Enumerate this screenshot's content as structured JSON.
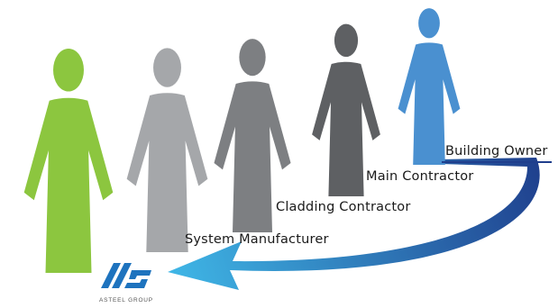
{
  "roles": [
    {
      "label": "System Manufacturer",
      "color": "#a5a7aa"
    },
    {
      "label": "Cladding Contractor",
      "color": "#7d7f82"
    },
    {
      "label": "Main Contractor",
      "color": "#5e6063"
    },
    {
      "label": "Building Owner",
      "color": "#4a90d0"
    }
  ],
  "lead_figure_color": "#8cc63f",
  "arrow_colors": {
    "start": "#1f3e8c",
    "end": "#3fb6e6"
  },
  "logo": {
    "name": "ASTEEL GROUP",
    "color": "#1e73be"
  }
}
